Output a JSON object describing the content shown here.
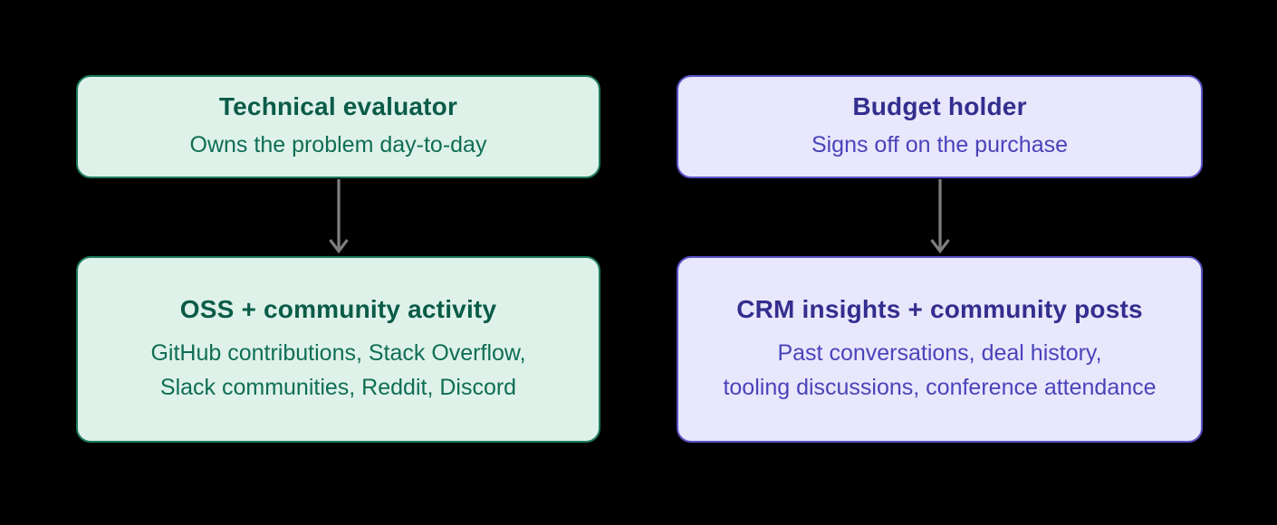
{
  "diagram": {
    "background_color": "#000000",
    "arrow_color": "#7e7e7e",
    "columns": [
      {
        "id": "technical-evaluator",
        "theme": {
          "fill": "#dff2ea",
          "border": "#1e7b5f",
          "title_color": "#0a5c48",
          "body_color": "#0f6e55"
        },
        "persona": {
          "title": "Technical evaluator",
          "subtitle": "Owns the problem day-to-day"
        },
        "signal": {
          "title": "OSS + community activity",
          "lines": [
            "GitHub contributions, Stack Overflow,",
            "Slack communities, Reddit, Discord"
          ]
        }
      },
      {
        "id": "budget-holder",
        "theme": {
          "fill": "#e9e7fc",
          "border": "#5b54c7",
          "title_color": "#332e8e",
          "body_color": "#4a43ba"
        },
        "persona": {
          "title": "Budget holder",
          "subtitle": "Signs off on the purchase"
        },
        "signal": {
          "title": "CRM insights + community posts",
          "lines": [
            "Past conversations, deal history,",
            "tooling discussions, conference attendance"
          ]
        }
      }
    ]
  }
}
